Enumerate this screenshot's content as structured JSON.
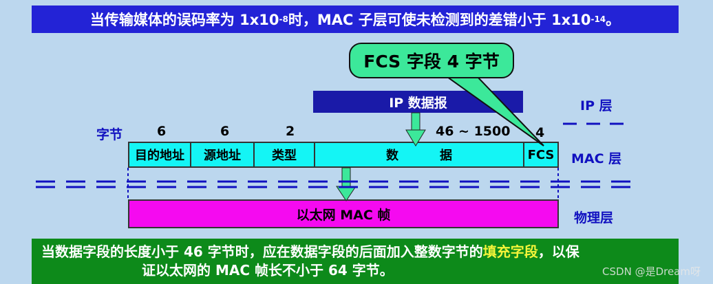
{
  "top_banner": {
    "text_a": "当传输媒体的误码率为 1x10",
    "sup_a": "-8",
    "text_b": " 时，MAC 子层可使未检测到的差错小于 1x10",
    "sup_b": "-14",
    "text_c": " 。"
  },
  "callout": {
    "label": "FCS 字段 4 字节"
  },
  "ip_datagram": {
    "label": "IP 数据报"
  },
  "layers": {
    "ip": "IP 层",
    "mac": "MAC 层",
    "phys": "物理层"
  },
  "bytes": {
    "heading": "字节",
    "dest": "6",
    "src": "6",
    "type": "2",
    "data": "46 ~ 1500",
    "fcs": "4"
  },
  "frame_fields": {
    "dest": "目的地址",
    "src": "源地址",
    "type": "类型",
    "data_a": "数",
    "data_b": "据",
    "fcs": "FCS"
  },
  "physical": {
    "label": "以太网 MAC 帧"
  },
  "bottom_banner": {
    "text_a": "当数据字段的长度小于 46 字节时，应在数据字段的后面加入整数字节的",
    "highlight": "填充字段",
    "text_b": "，以保",
    "line2": "证以太网的 MAC 帧长不小于 64 字节。"
  },
  "watermark": "CSDN @是Dream呀",
  "colors": {
    "background": "#bcd7ee",
    "banner_blue": "#2323d6",
    "callout_green": "#3ce89a",
    "ip_box": "#1a1aa8",
    "frame_cyan": "#14f5f5",
    "physical_magenta": "#f50af0",
    "bottom_green": "#0d8a1a",
    "highlight_yellow": "#f5f53a"
  }
}
